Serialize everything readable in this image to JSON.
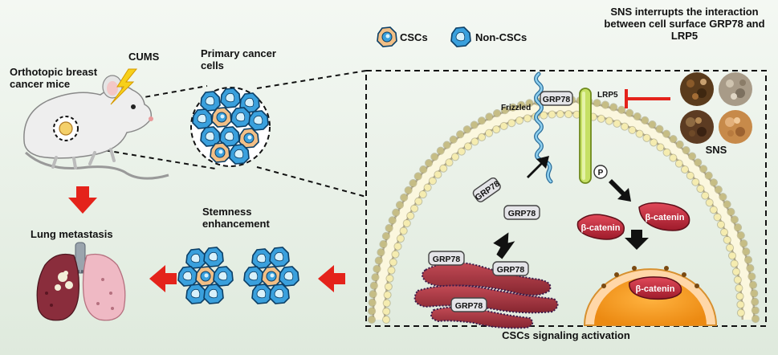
{
  "title": {
    "mouse_label": "Orthotopic breast cancer mice",
    "cums": "CUMS",
    "primary_cells": "Primary cancer cells",
    "lung_metastasis": "Lung metastasis",
    "stemness": "Stemness enhancement",
    "signaling": "CSCs signaling activation",
    "sns_note": "SNS interrupts the interaction between cell surface GRP78 and LRP5",
    "sns": "SNS"
  },
  "legend": {
    "cscs": "CSCs",
    "non_cscs": "Non-CSCs"
  },
  "labels": {
    "frizzled": "Frizzled",
    "grp78": "GRP78",
    "lrp5": "LRP5",
    "phospho": "P",
    "beta_catenin": "β-catenin"
  },
  "colors": {
    "csc_fill": "#e7a04a",
    "non_csc_fill": "#3aa0dd",
    "arrow_red": "#e4231b",
    "membrane_head": "#f5ecb0",
    "lrp5_green": "#c6e064",
    "catenin_red": "#c9283c",
    "nucleus_orange": "#f39a1e",
    "er_red": "#a8343f"
  }
}
